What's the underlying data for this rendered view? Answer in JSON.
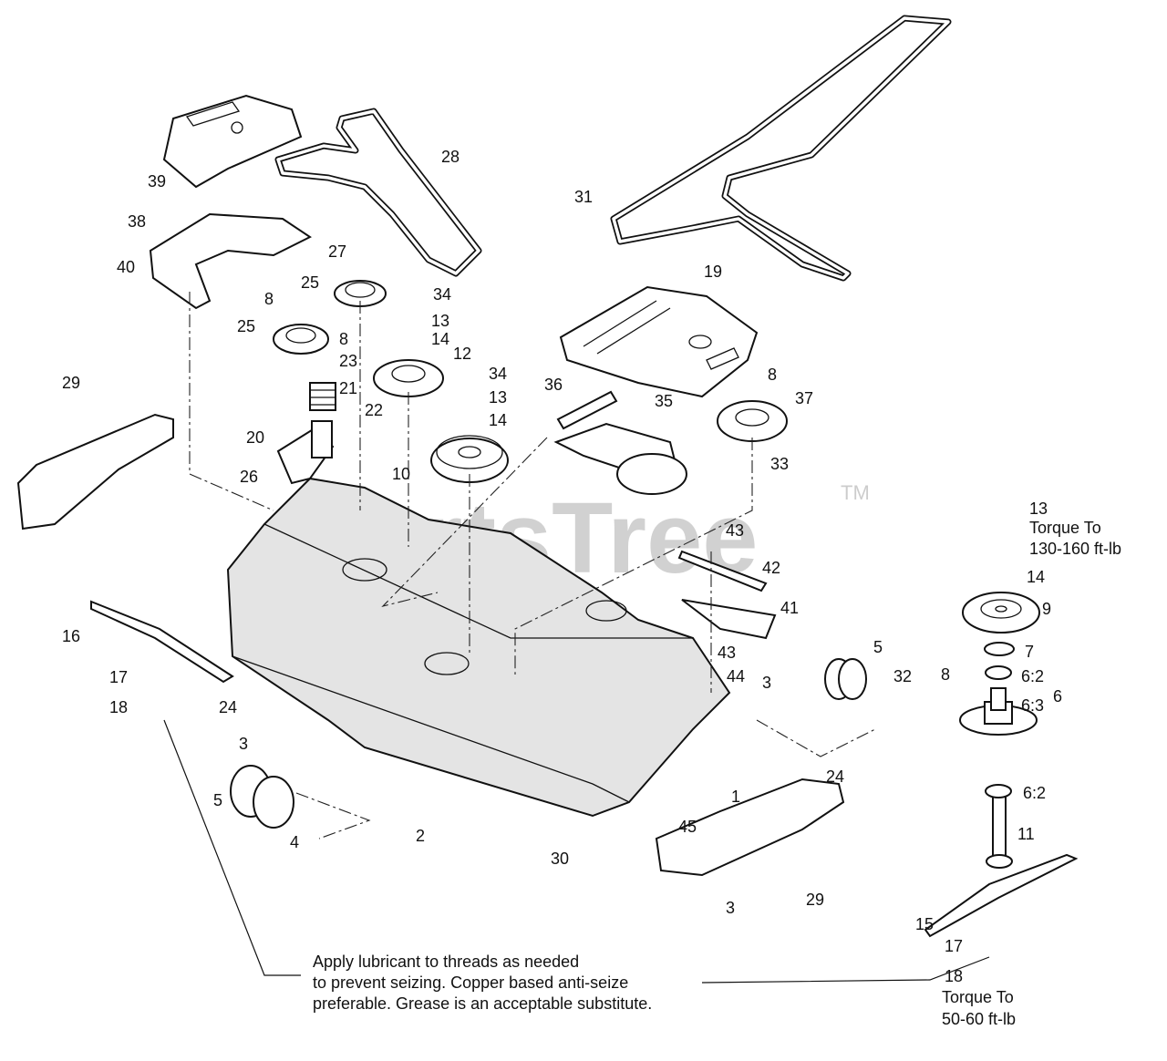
{
  "watermark": {
    "text": "PartsTree",
    "trademark": "TM"
  },
  "callouts": [
    "39",
    "28",
    "31",
    "38",
    "40",
    "27",
    "25",
    "8",
    "34",
    "13",
    "14",
    "25",
    "8",
    "23",
    "12",
    "19",
    "21",
    "22",
    "34",
    "13",
    "14",
    "36",
    "35",
    "8",
    "37",
    "29",
    "20",
    "26",
    "10",
    "33",
    "43",
    "42",
    "41",
    "16",
    "17",
    "18",
    "24",
    "3",
    "43",
    "44",
    "3",
    "5",
    "32",
    "5",
    "4",
    "2",
    "30",
    "1",
    "24",
    "45",
    "29",
    "3",
    "13",
    "14",
    "9",
    "7",
    "8",
    "6:2",
    "6:3",
    "6",
    "6:2",
    "11",
    "15",
    "17",
    "18"
  ],
  "notes": {
    "torque_top_number": "13",
    "torque_top_line1": "Torque To",
    "torque_top_line2": "130-160 ft-lb",
    "torque_bottom_line1": "Torque To",
    "torque_bottom_line2": "50-60 ft-lb",
    "lubricant_line1": "Apply lubricant to threads as needed",
    "lubricant_line2": "to prevent seizing. Copper based anti-seize",
    "lubricant_line3": "preferable. Grease is an acceptable substitute."
  }
}
